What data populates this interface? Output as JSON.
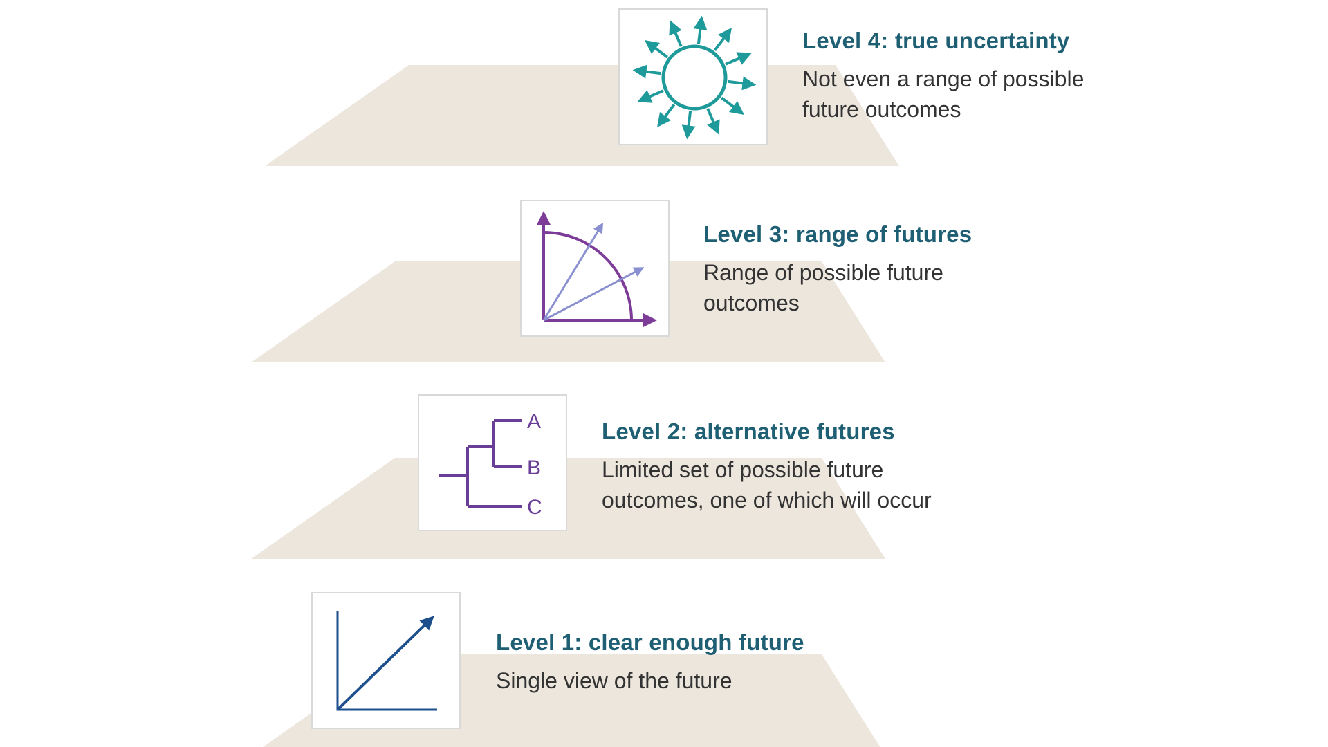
{
  "colors": {
    "platform": "#ece6dd",
    "title": "#1f5f74",
    "body_text": "#333333",
    "level4_icon": "#1f9a9a",
    "level3_arc": "#7d3c98",
    "level3_arrows": "#8a8fcf",
    "level2_tree": "#6a3d96",
    "level1_icon": "#1d4f8c"
  },
  "levels": [
    {
      "title": "Level 4: true uncertainty",
      "description_lines": [
        "Not even a range of possible",
        "future outcomes"
      ],
      "icon": "starburst-circle-icon"
    },
    {
      "title": "Level 3: range of futures",
      "description_lines": [
        "Range of possible future",
        "outcomes"
      ],
      "icon": "quarter-arc-range-icon"
    },
    {
      "title": "Level 2: alternative futures",
      "description_lines": [
        "Limited set of possible future",
        "outcomes, one of which will occur"
      ],
      "icon": "branching-tree-icon",
      "branches": [
        "A",
        "B",
        "C"
      ]
    },
    {
      "title": "Level 1: clear enough future",
      "description_lines": [
        "Single view of the future"
      ],
      "icon": "single-arrow-chart-icon"
    }
  ]
}
